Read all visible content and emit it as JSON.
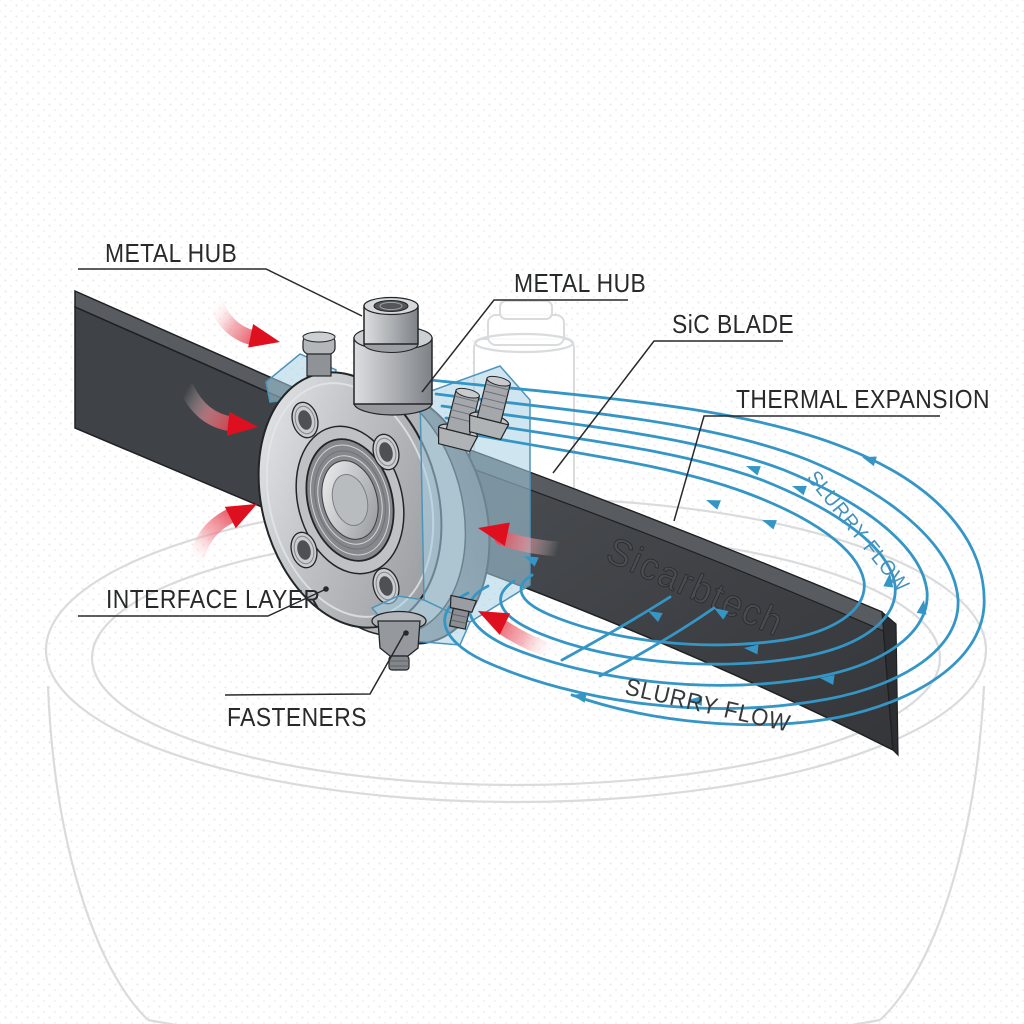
{
  "diagram": {
    "watermark": "Sicarbtech",
    "labels": {
      "metal_hub_left": "METAL HUB",
      "metal_hub_top": "METAL HUB",
      "sic_blade": "SiC BLADE",
      "thermal_expansion": "THERMAL EXPANSION",
      "interface_layer": "INTERFACE LAYER",
      "fasteners": "FASTENERS",
      "slurry_flow_upper": "SLURRY FLOW",
      "slurry_flow_lower": "SLURRY FLOW"
    },
    "colors": {
      "flow_blue": "#3596c6",
      "slurry_blue": "#4692bc",
      "rotation_red": "#de1020",
      "blade_dark": "#3f4347",
      "blade_edge": "#585b5f",
      "label_text": "#28292b",
      "ghost_outline": "#d9dbdd",
      "interface_blue": "#a8d2e6",
      "interface_edge": "#4e94ba",
      "watermark_color": "#4b4f54"
    }
  }
}
